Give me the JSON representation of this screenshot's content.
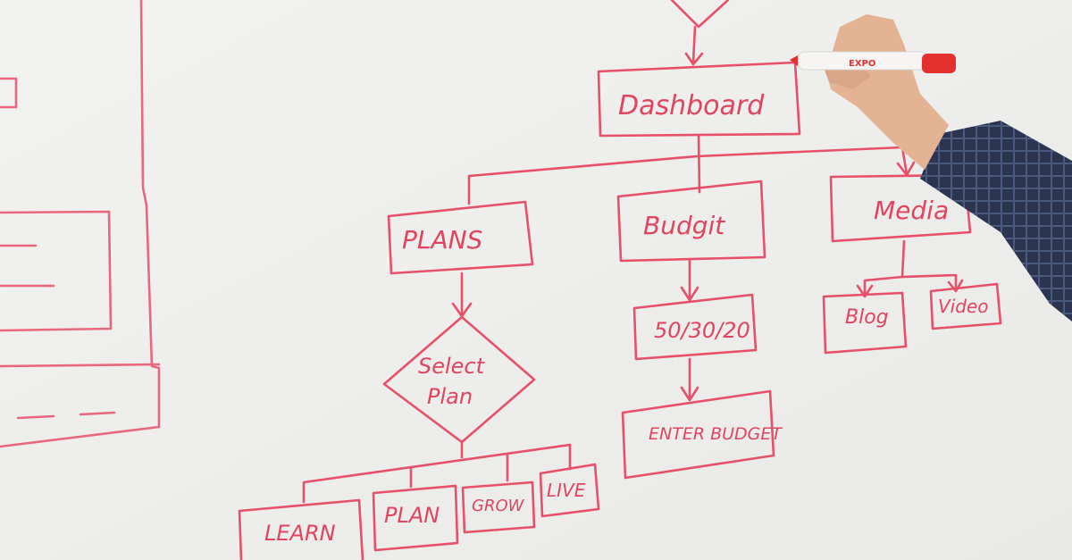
{
  "colors": {
    "board": "#efefed",
    "ink": "#e8506a",
    "sleeve": "#2b3550",
    "skin": "#e3b394",
    "marker": "#e53030"
  },
  "nodes": {
    "dashboard": "Dashboard",
    "plans": "PLANS",
    "budget": "Budgit",
    "media": "Media",
    "select_plan_line1": "Select",
    "select_plan_line2": "Plan",
    "ratio": "50/30/20",
    "enter_budget": "ENTER BUDGET",
    "blog": "Blog",
    "video": "Video",
    "learn": "LEARN",
    "plan": "PLAN",
    "grow": "GROW",
    "live": "LIVE"
  },
  "marker_brand": "EXPO"
}
